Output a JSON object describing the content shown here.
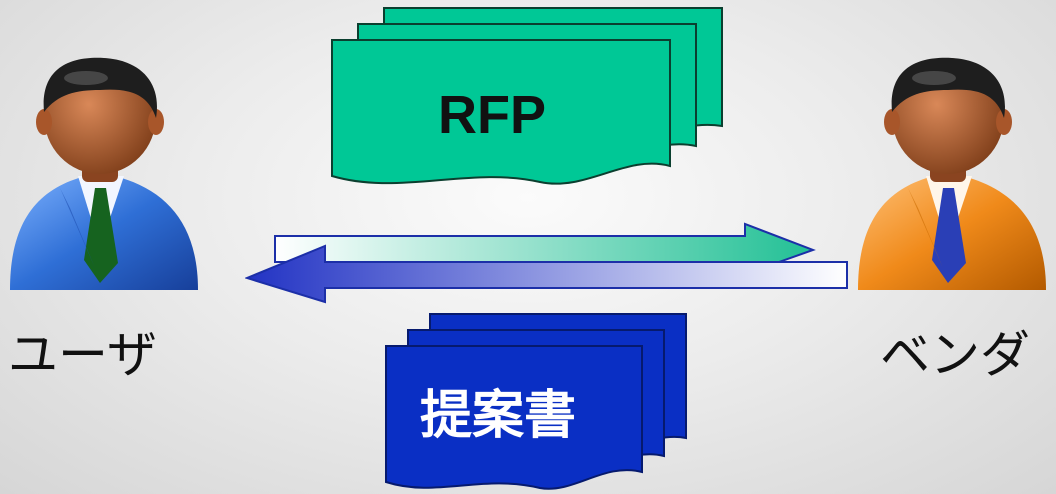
{
  "diagram": {
    "user": {
      "label": "ユーザ",
      "icon": "businessman-blue-suit-icon",
      "suit_color": "#2f6fd6",
      "tie_color": "#16631f"
    },
    "vendor": {
      "label": "ベンダ",
      "icon": "businessman-orange-suit-icon",
      "suit_color": "#f08a1a",
      "tie_color": "#2a3fb6"
    },
    "rfp_document": {
      "label": "RFP",
      "color": "#00c896"
    },
    "proposal_document": {
      "label": "提案書",
      "color": "#0a2fc4"
    },
    "arrow_to_vendor": {
      "direction": "right",
      "color": "#22c095"
    },
    "arrow_to_user": {
      "direction": "left",
      "color": "#2233c4"
    }
  }
}
